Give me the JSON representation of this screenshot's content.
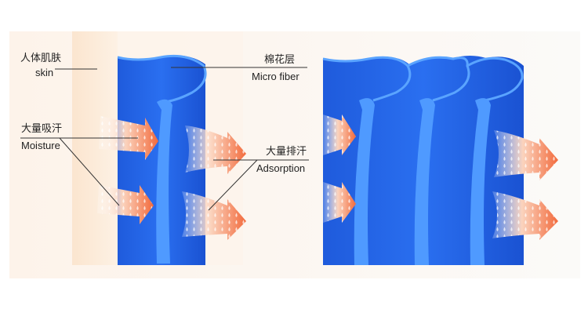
{
  "labels": {
    "skin_cn": "人体肌肤",
    "skin_en": "skin",
    "micro_cn": "棉花层",
    "micro_en": "Micro fiber",
    "moisture_cn": "大量吸汗",
    "moisture_en": "Moisture",
    "adsorption_cn": "大量排汗",
    "adsorption_en": "Adsorption"
  },
  "colors": {
    "fabric_blue": "#1a54d6",
    "fabric_light": "#4f9aff",
    "skin_tone": "#fbe7d3",
    "arrow_orange": "#f47a4f",
    "panel_bg": "#fcfaf7"
  }
}
